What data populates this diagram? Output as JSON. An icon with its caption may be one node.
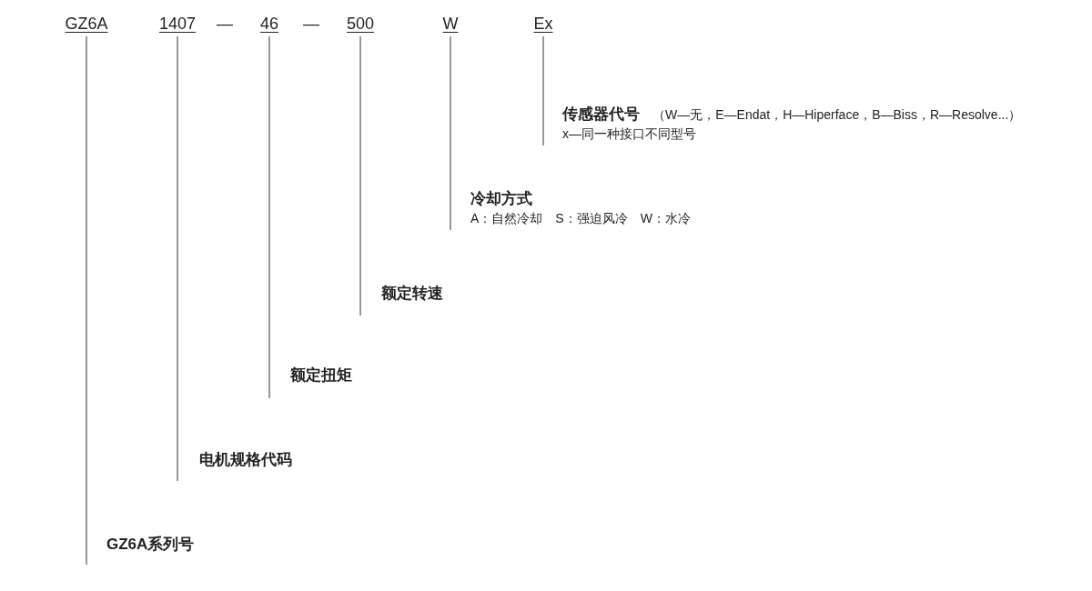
{
  "diagram": {
    "nodes": [
      {
        "text": [
          "GZ6A"
        ]
      },
      {
        "text": [
          "1407"
        ]
      },
      {
        "text": [
          "46"
        ]
      },
      {
        "text": [
          "500"
        ]
      },
      {
        "text": [
          "W"
        ]
      },
      {
        "text": [
          "Ex"
        ]
      },
      {
        "text": [
          "传感器代号",
          "（W—无，E—Endat，H—Hiperface，B—Biss，R—Resolve...）",
          "x—同一种接口不同型号"
        ]
      },
      {
        "text": [
          "冷却方式",
          "A：自然冷却　S：强迫风冷　W：水冷"
        ]
      },
      {
        "text": [
          "额定转速"
        ]
      },
      {
        "text": [
          "额定扭矩"
        ]
      },
      {
        "text": [
          "电机规格代码"
        ]
      },
      {
        "text": [
          "GZ6A系列号"
        ]
      }
    ],
    "edges": [
      {
        "from": 5,
        "to": 6,
        "arrow": "none"
      },
      {
        "from": 4,
        "to": 7,
        "arrow": "none"
      },
      {
        "from": 3,
        "to": 8,
        "arrow": "none"
      },
      {
        "from": 2,
        "to": 9,
        "arrow": "none"
      },
      {
        "from": 1,
        "to": 10,
        "arrow": "none"
      },
      {
        "from": 0,
        "to": 11,
        "arrow": "none"
      }
    ],
    "labels": [
      "—",
      "—"
    ]
  }
}
